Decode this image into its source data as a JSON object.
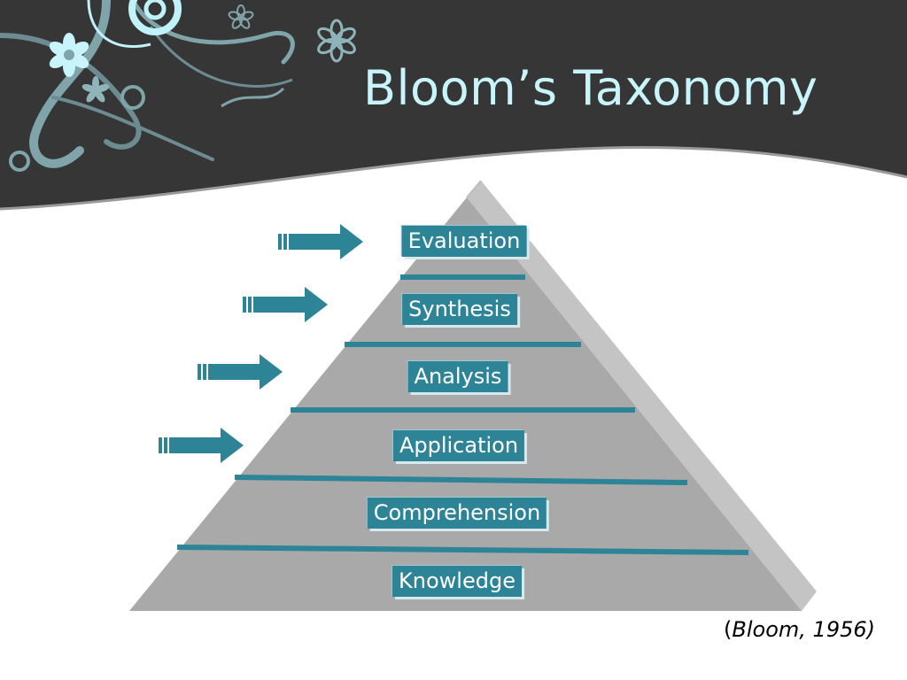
{
  "slide": {
    "title": "Bloom’s Taxonomy",
    "citation": {
      "open_paren": "(",
      "text": "Bloom, 1956)"
    }
  },
  "pyramid": {
    "levels": [
      {
        "label": "Evaluation",
        "arrow": true
      },
      {
        "label": "Synthesis",
        "arrow": true
      },
      {
        "label": "Analysis",
        "arrow": true
      },
      {
        "label": "Application",
        "arrow": true
      },
      {
        "label": "Comprehension",
        "arrow": false
      },
      {
        "label": "Knowledge",
        "arrow": false
      }
    ]
  },
  "colors": {
    "header_dark": "#363636",
    "title_text": "#c8f4fb",
    "accent_teal": "#2e8497",
    "pyramid_face": "#a9a9a9",
    "pyramid_side": "#c4c4c4",
    "swirl_light": "#c0f2fa",
    "swirl_grey": "#7fa4a9"
  }
}
